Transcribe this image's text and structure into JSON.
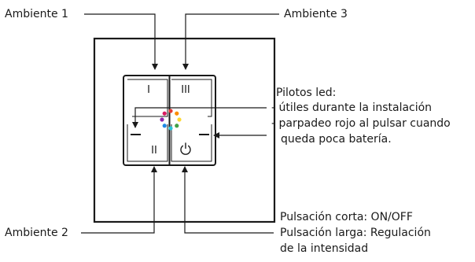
{
  "labels": {
    "ambiente1": "Ambiente 1",
    "ambiente2": "Ambiente 2",
    "ambiente3": "Ambiente 3",
    "pilotos_title": "Pilotos led:",
    "pilotos_line1": "- útiles durante la instalación",
    "pilotos_line2": "- parpadeo rojo al pulsar cuando",
    "pilotos_line3": "queda poca batería.",
    "pulsacion_line1": "Pulsación corta: ON/OFF",
    "pulsacion_line2": "Pulsación larga: Regulación",
    "pulsacion_line3": "de la intensidad"
  },
  "buttons": {
    "top_left": "I",
    "top_right": "III",
    "bottom_left": "II"
  },
  "icons": {
    "bottom_right": "power-icon"
  },
  "led_colors": [
    "#e53935",
    "#fb8c00",
    "#fdd835",
    "#43a047",
    "#26c6da",
    "#1e88e5",
    "#8e24aa",
    "#d81b60"
  ],
  "colors": {
    "line": "#1a1a1a",
    "panel": "#ffffff"
  }
}
